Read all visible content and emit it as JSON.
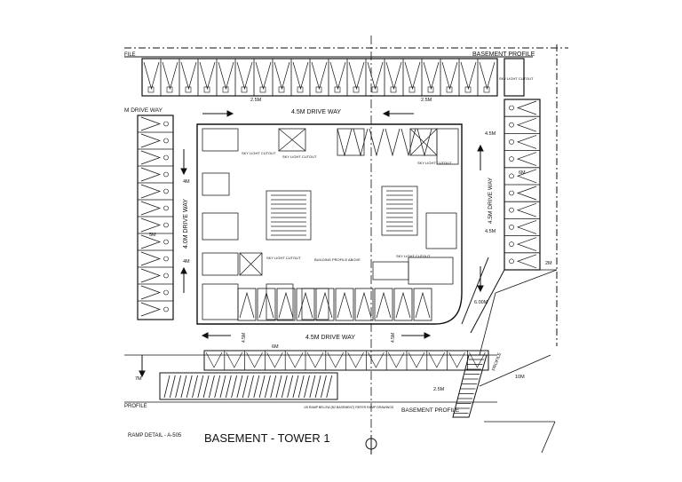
{
  "drawing": {
    "title": "BASEMENT - TOWER 1",
    "ramp_note": "RAMP DETAIL - A-505"
  },
  "labels": {
    "basement_profile_top": "BASEMENT PROFILE",
    "basement_profile_bottom": "BASEMENT PROFILE",
    "basement_profile_right": "PROFILE",
    "profile_left": "PROFILE",
    "file_left": "FILE",
    "drive_way_top": "4.5M DRIVE WAY",
    "drive_way_left_top": "M DRIVE WAY",
    "drive_way_left_vertical": "4.0M DRIVE WAY",
    "drive_way_right_vertical": "4.5M DRIVE WAY",
    "drive_way_bottom": "4.5M DRIVE WAY",
    "building_profile_above": "BUILDING PROFILE ABOVE",
    "sky_light_1": "SKY LIGHT CUTOUT",
    "sky_light_2": "SKY LIGHT CUTOUT",
    "sky_light_3": "SKY LIGHT CUTOUT",
    "sky_light_4": "SKY LIGHT CUTOUT",
    "sky_light_5": "SKY LIGHT CUTOUT",
    "ramp_text": "1/5 RAMP BELOW (B2 BASEMENT) REFER RAMP DRAWINGS"
  },
  "dimensions": {
    "top_25a": "2.5M",
    "top_25b": "2.5M",
    "right_45a": "4.5M",
    "right_45b": "4.5M",
    "right_6m": "6M",
    "right_2m": "2M",
    "left_4ma": "4M",
    "left_4mb": "4M",
    "left_5m": "5M",
    "left_7m": "7M",
    "ramp_6m": "6.00M",
    "bottom_6m": "6M",
    "bottom_45m": "4.5M",
    "bottom_25m": "2.5M",
    "right_10m": "10M",
    "mid_45m": "4.5M"
  }
}
